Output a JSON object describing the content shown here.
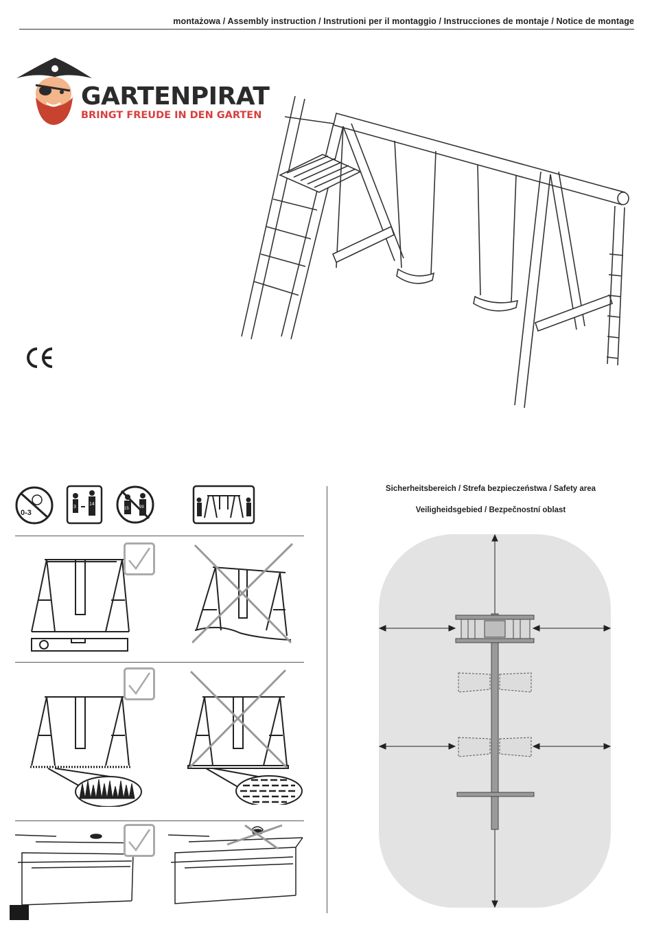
{
  "header": {
    "title": "montażowa / Assembly instruction / Instrutioni per il montaggio / Instrucciones de montaje / Notice de montage"
  },
  "brand": {
    "name": "GARTENPIRAT",
    "slogan": "BRINGT FREUDE IN DEN GARTEN",
    "accent_color": "#d8403f"
  },
  "icons": {
    "age_warning": "0-3",
    "age_range_min": "3",
    "age_range_max": "14",
    "age_restrict_min": "15",
    "age_restrict_max": "99"
  },
  "safety_area": {
    "title_line1": "Sicherheitsbereich / Strefa bezpieczeństwa / Safety area",
    "title_line2": "Veiligheidsgebied / Bezpečnostní oblast",
    "zone_color": "#e3e3e3"
  }
}
